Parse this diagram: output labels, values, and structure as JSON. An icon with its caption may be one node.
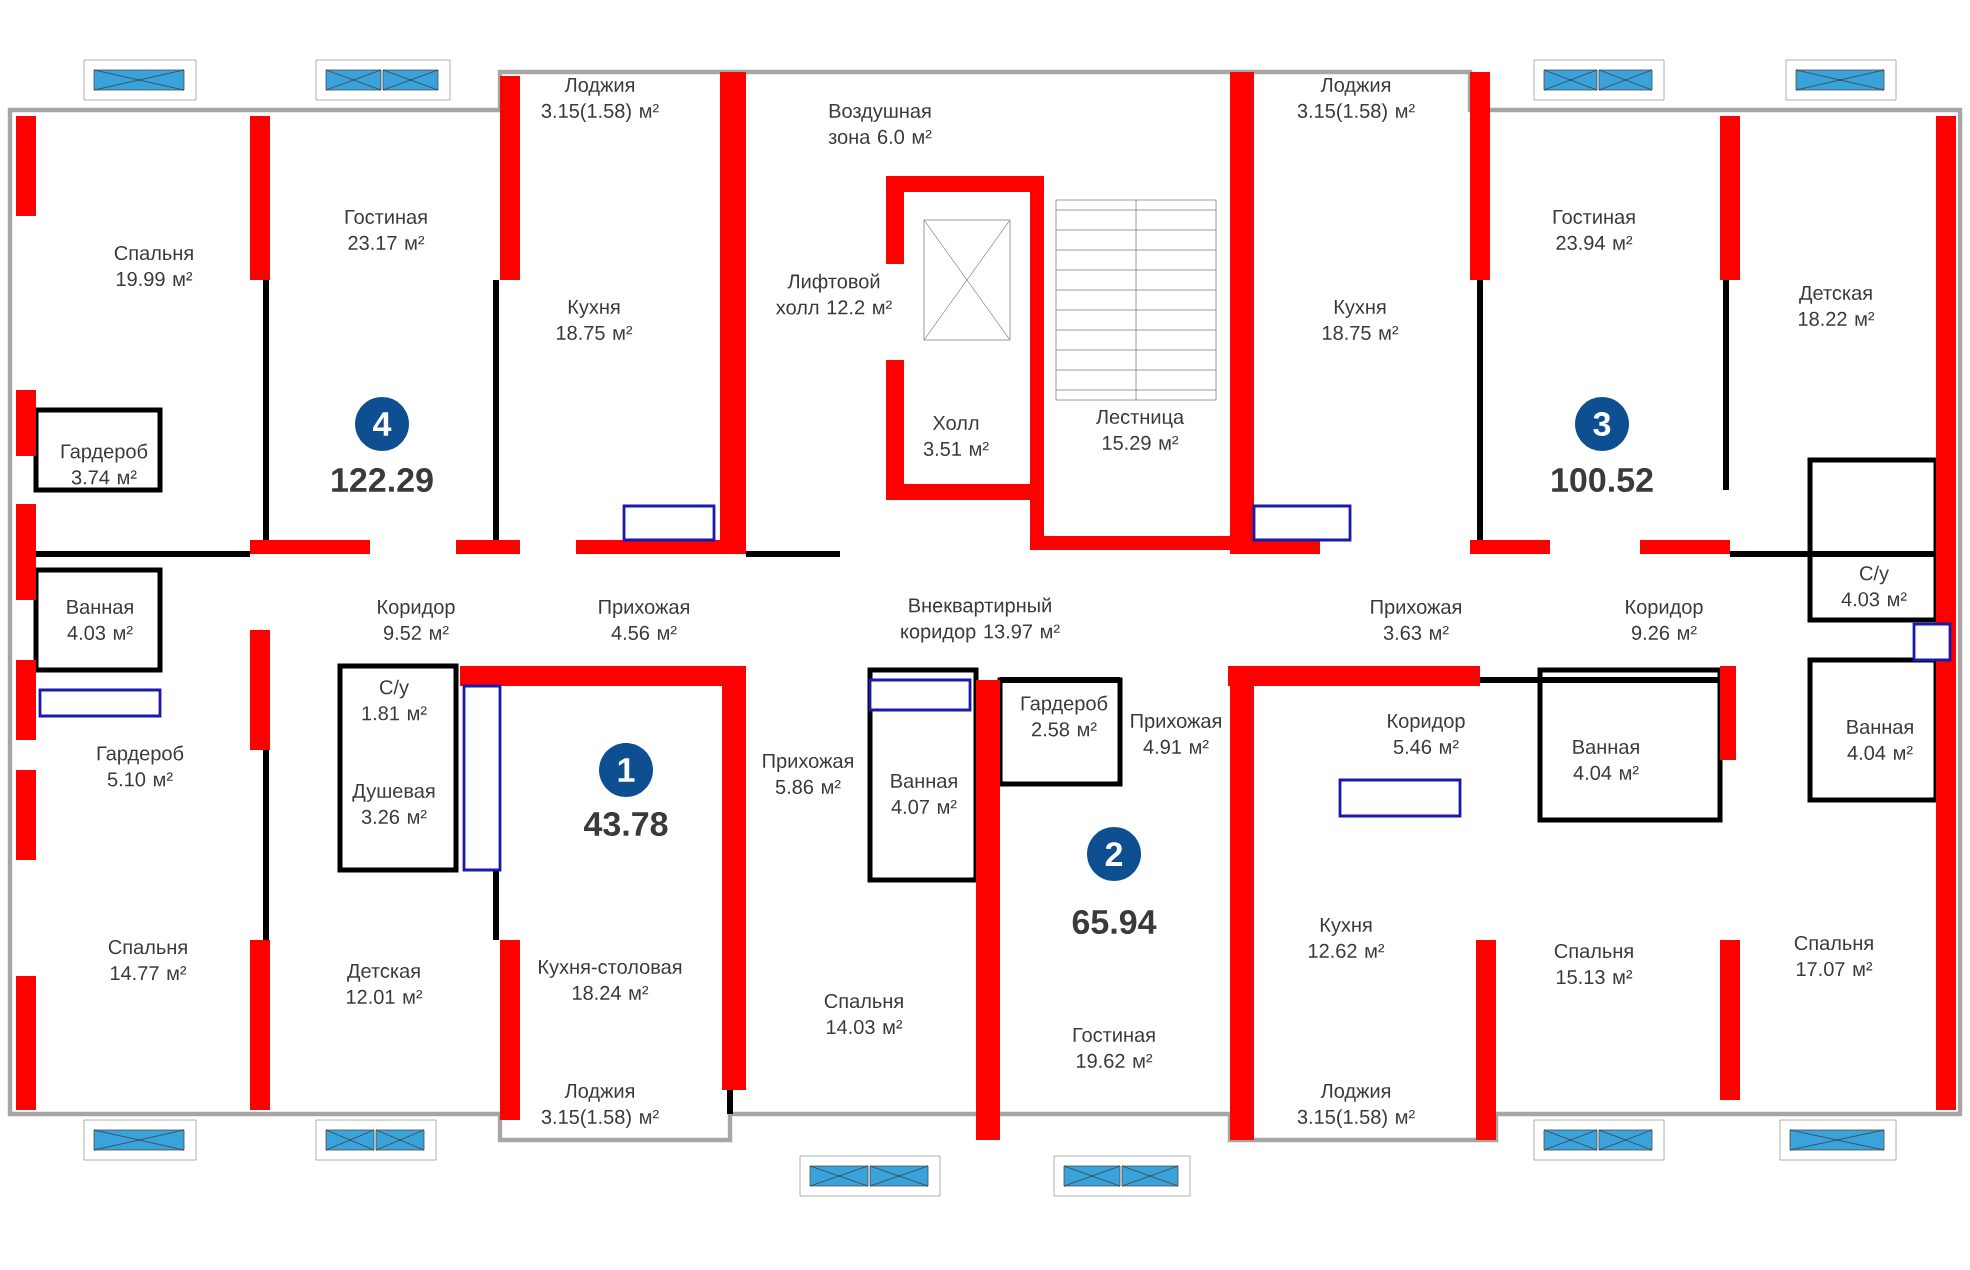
{
  "diagram": {
    "nodes": [
      {
        "text": [
          "4"
        ],
        "beside": [
          "122.29"
        ]
      },
      {
        "text": [
          "3"
        ],
        "beside": [
          "100.52"
        ]
      },
      {
        "text": [
          "1"
        ],
        "beside": [
          "43.78"
        ]
      },
      {
        "text": [
          "2"
        ],
        "beside": [
          "65.94"
        ]
      }
    ],
    "labels": [
      "Лоджия 3.15(1.58) м²",
      "Воздушная зона 6.0 м²",
      "Лоджия 3.15(1.58) м²",
      "Гостиная 23.17 м²",
      "Гостиная 23.94 м²",
      "Спальня 19.99 м²",
      "Кухня 18.75 м²",
      "Лифтовой холл 12.2 м²",
      "Кухня 18.75 м²",
      "Детская 18.22 м²",
      "Гардероб 3.74 м²",
      "Холл 3.51 м²",
      "Лестница 15.29 м²",
      "Ванная 4.03 м²",
      "Коридор 9.52 м²",
      "Прихожая 4.56 м²",
      "Внеквартирный коридор 13.97 м²",
      "Прихожая 3.63 м²",
      "Коридор 9.26 м²",
      "С/у 4.03 м²",
      "С/у 1.81 м²",
      "Гардероб 2.58 м²",
      "Прихожая 4.91 м²",
      "Коридор 5.46 м²",
      "Ванная 4.04 м²",
      "Гардероб 5.10 м²",
      "Душевая 3.26 м²",
      "Прихожая 5.86 м²",
      "Ванная 4.07 м²",
      "Ванная 4.04 м²",
      "Спальня 14.77 м²",
      "Детская 12.01 м²",
      "Кухня-столовая 18.24 м²",
      "Спальня 14.03 м²",
      "Гостиная 19.62 м²",
      "Кухня 12.62 м²",
      "Спальня 15.13 м²",
      "Спальня 17.07 м²",
      "Лоджия 3.15(1.58) м²",
      "Лоджия 3.15(1.58) м²"
    ]
  }
}
